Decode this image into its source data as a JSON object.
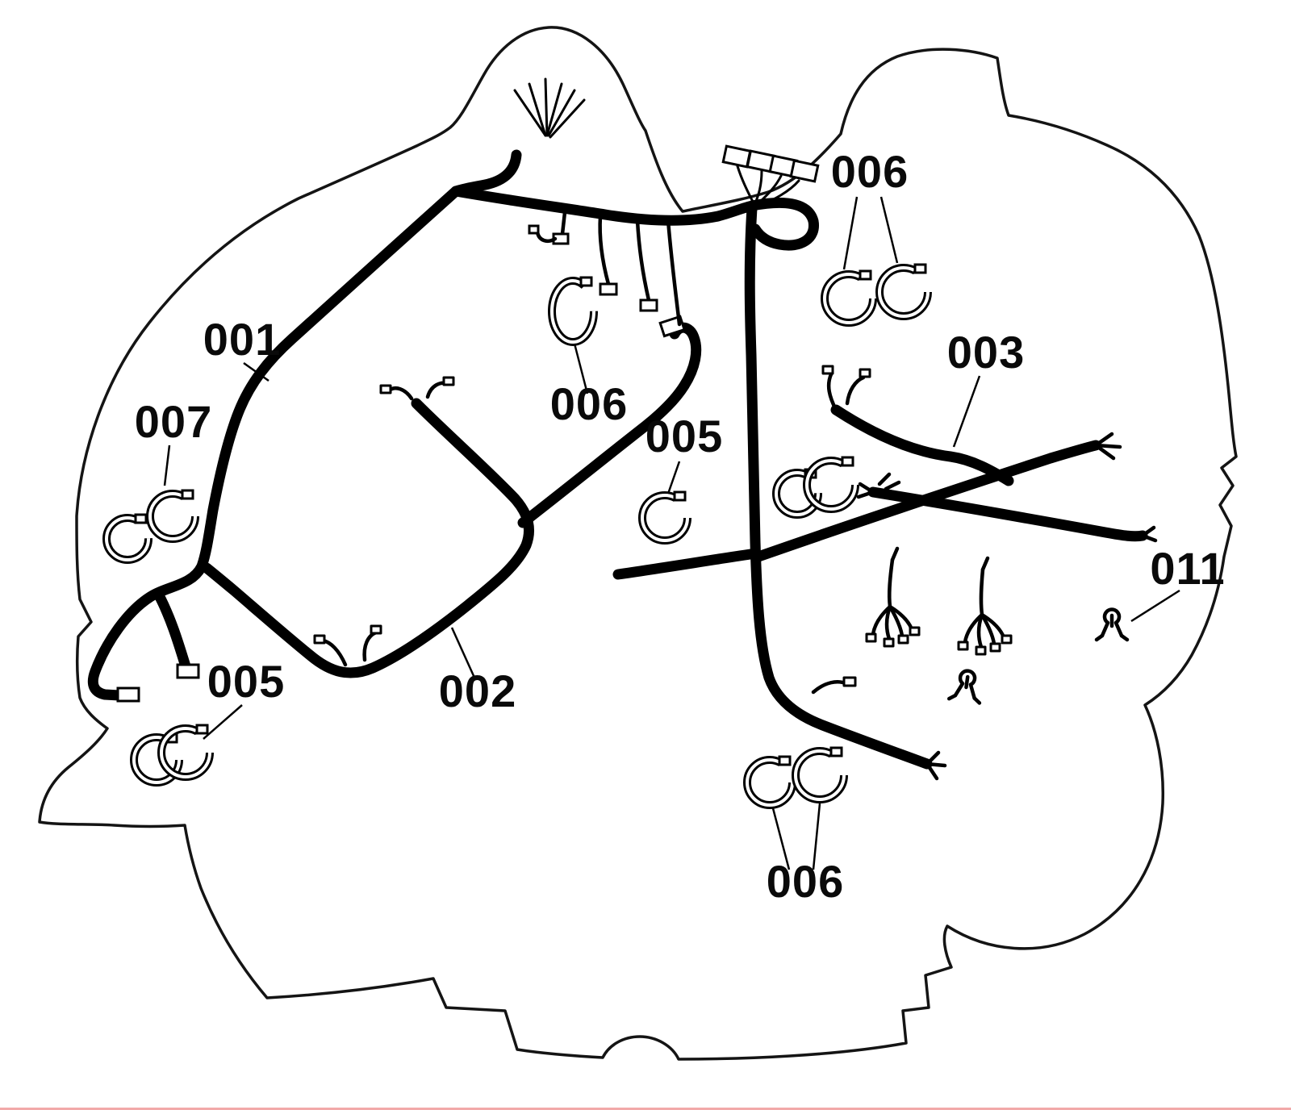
{
  "diagram": {
    "kind": "vehicle-wiring-harness-parts-diagram",
    "labels": {
      "l001": "001",
      "l002": "002",
      "l003": "003",
      "l005_center": "005",
      "l005_left": "005",
      "l006_top_right": "006",
      "l006_center": "006",
      "l006_bottom": "006",
      "l007": "007",
      "l011": "011"
    },
    "colors": {
      "ink": "#000000",
      "background": "#ffffff",
      "outline": "#141414",
      "bottom_edge_line": "#f2a9a9"
    }
  }
}
